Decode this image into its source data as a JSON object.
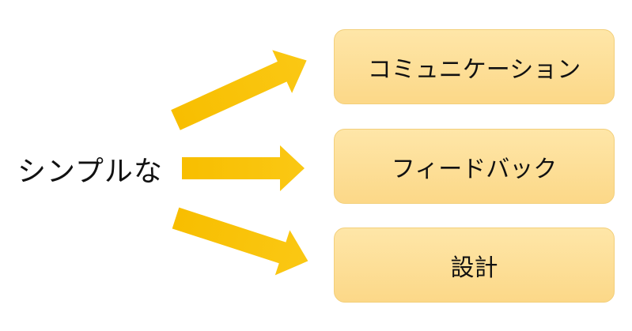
{
  "source_label": "シンプルな",
  "targets": [
    {
      "label": "コミュニケーション"
    },
    {
      "label": "フィードバック"
    },
    {
      "label": "設計"
    }
  ],
  "colors": {
    "arrow": "#f9c000",
    "box_fill": "#fde0a0",
    "box_border": "#f3cf7a"
  }
}
